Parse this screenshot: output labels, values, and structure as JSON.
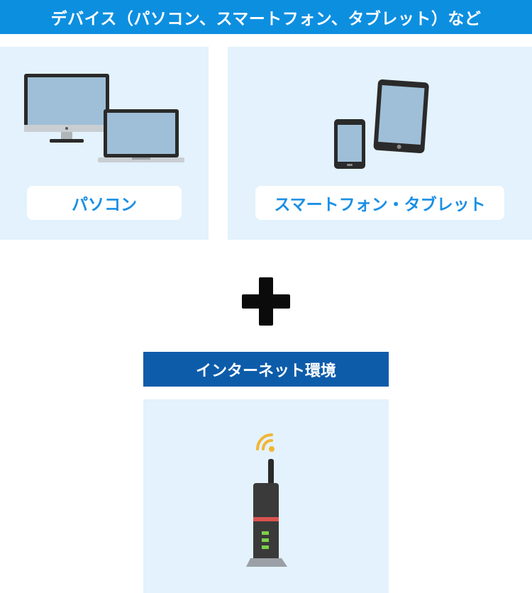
{
  "header": {
    "title": "デバイス（パソコン、スマートフォン、タブレット）など"
  },
  "devices": {
    "pc_label": "パソコン",
    "mobile_label": "スマートフォン・タブレット"
  },
  "internet": {
    "title": "インターネット環境"
  },
  "icons": {
    "plus": "plus-icon",
    "pc": "desktop-laptop-icon",
    "mobile": "smartphone-tablet-icon",
    "router": "wifi-router-icon"
  },
  "colors": {
    "header_bar": "#0d8fe0",
    "panel_bg": "#e3f2fc",
    "label_text": "#1a8fe4",
    "internet_bar": "#0d5caa"
  }
}
